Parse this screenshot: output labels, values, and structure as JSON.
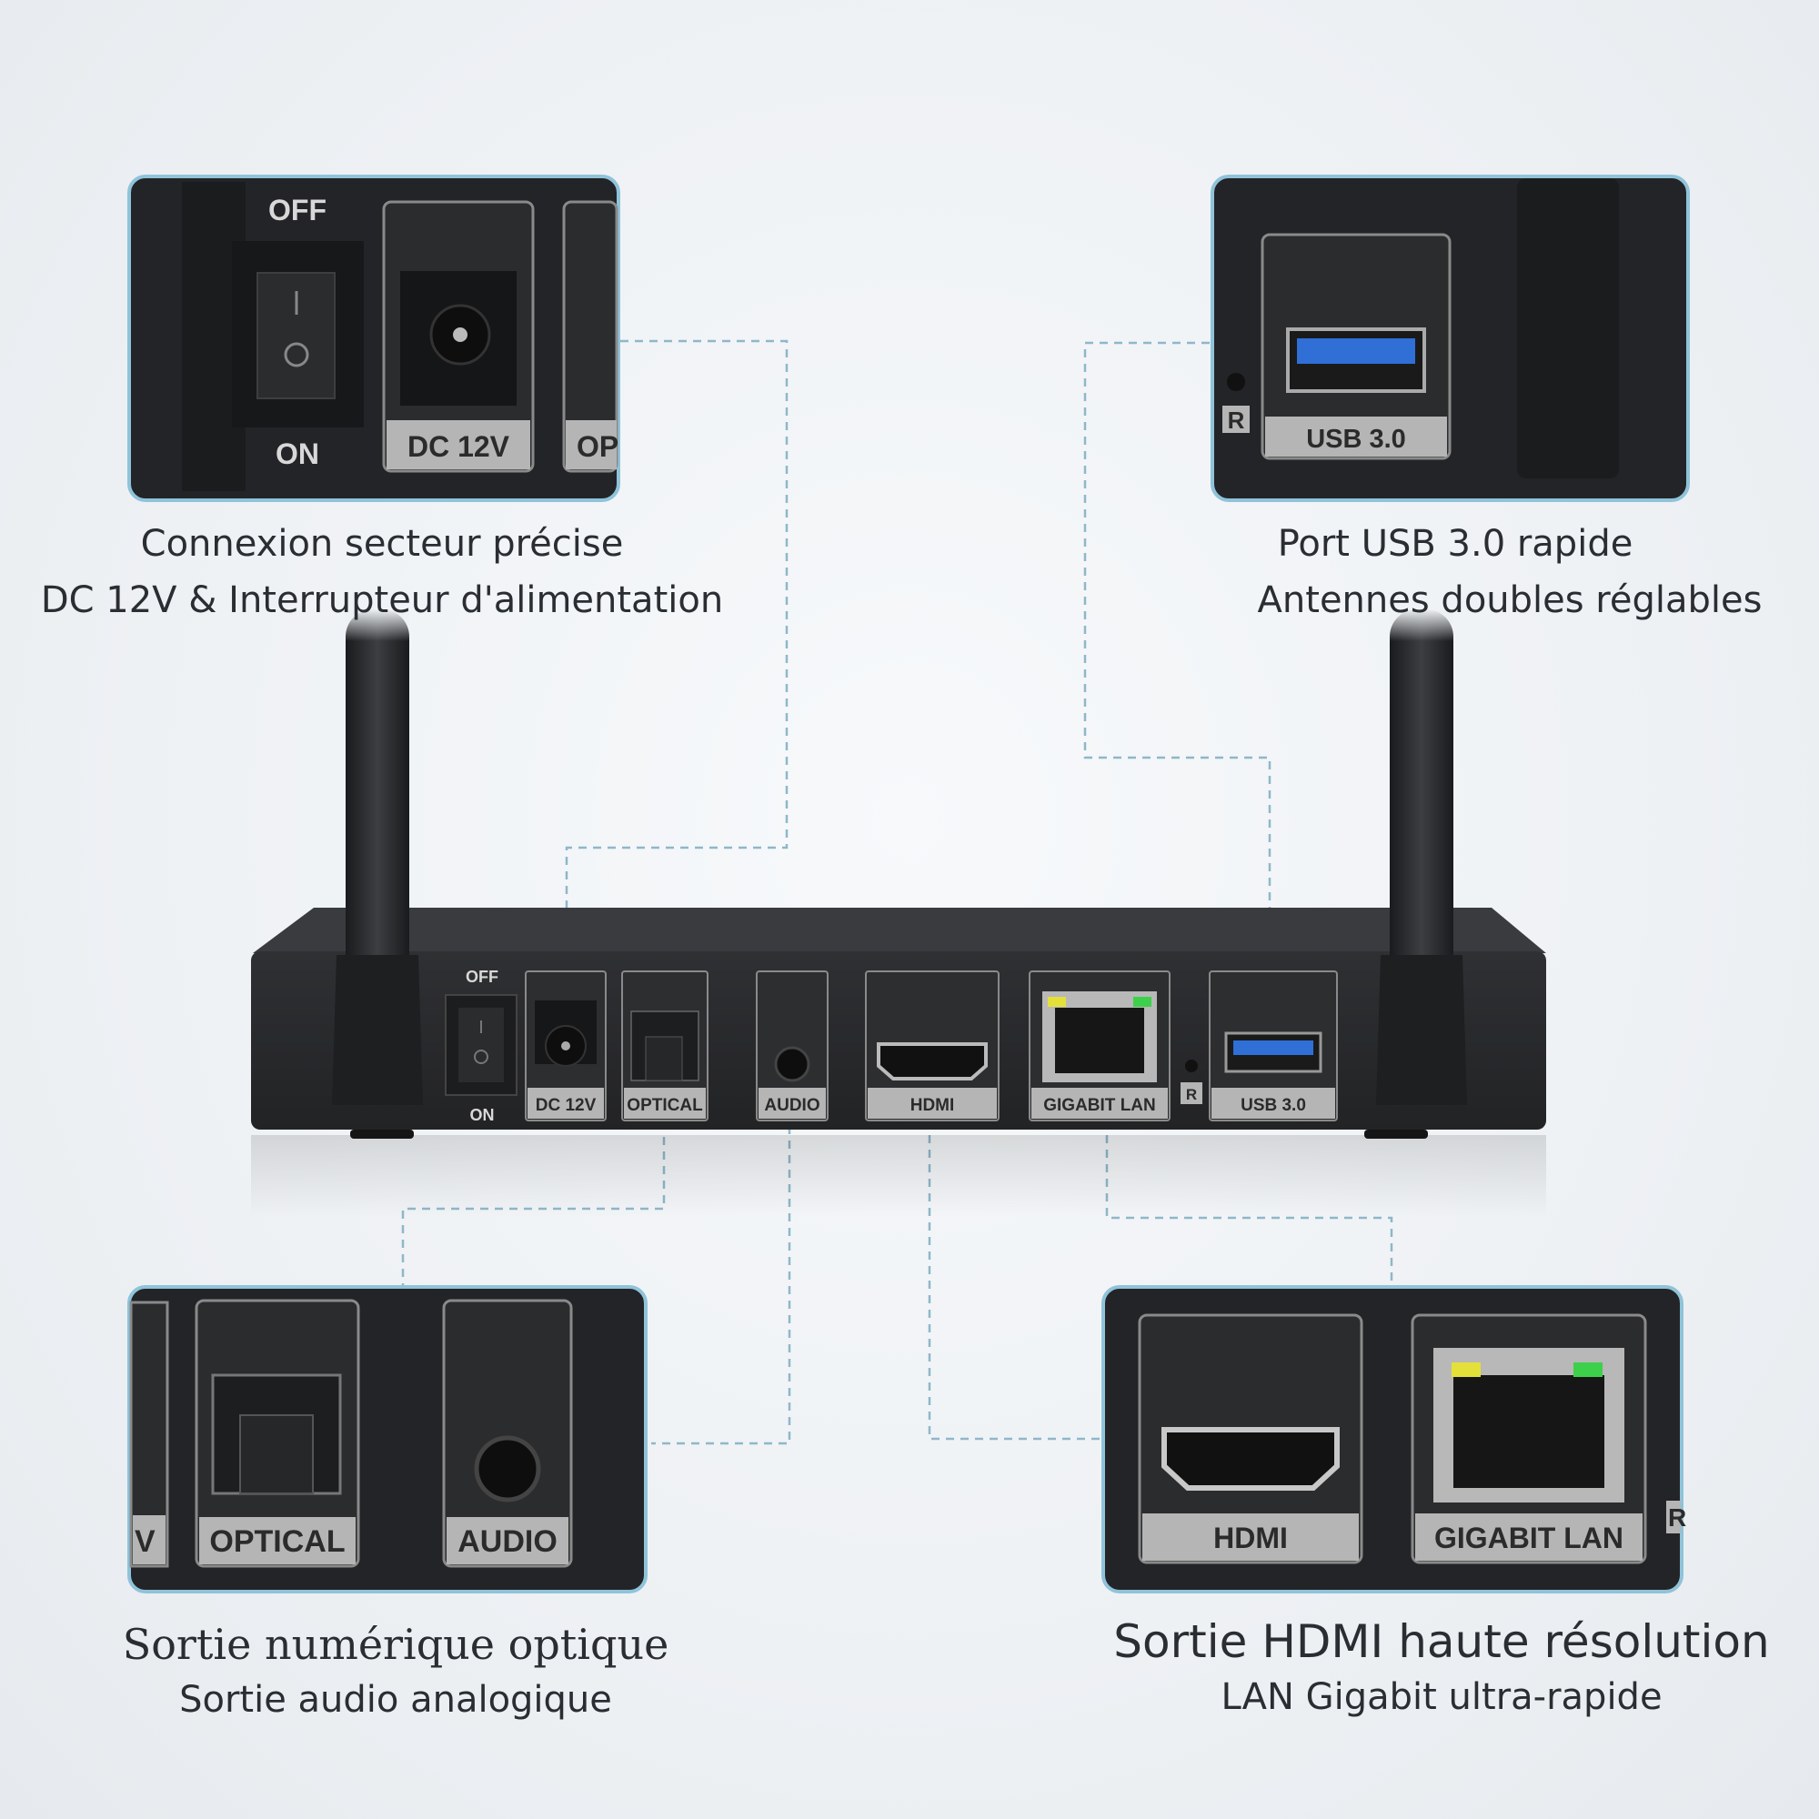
{
  "colors": {
    "background": "#eef1f4",
    "device_body": "#2a2b2d",
    "port_label_bg": "#b5b5b5",
    "callout_border": "#8fc3da",
    "dashed_line": "#8fb7c9",
    "usb_blue": "#2f6fd6",
    "led_yellow": "#e3e03a",
    "led_green": "#3dd04a",
    "caption_text": "#2a2e33"
  },
  "device": {
    "switch": {
      "off_label": "OFF",
      "on_label": "ON"
    },
    "ports": [
      {
        "id": "dc",
        "label": "DC 12V",
        "icon": "dc-jack-icon"
      },
      {
        "id": "optical",
        "label": "OPTICAL",
        "icon": "optical-port-icon"
      },
      {
        "id": "audio",
        "label": "AUDIO",
        "icon": "audio-jack-icon"
      },
      {
        "id": "hdmi",
        "label": "HDMI",
        "icon": "hdmi-port-icon"
      },
      {
        "id": "lan",
        "label": "GIGABIT LAN",
        "icon": "ethernet-port-icon"
      },
      {
        "id": "usb",
        "label": "USB 3.0",
        "icon": "usb-port-icon"
      }
    ],
    "reset_label": "R"
  },
  "callouts": {
    "power": {
      "zoom_off": "OFF",
      "zoom_on": "ON",
      "zoom_dc": "DC 12V",
      "zoom_partial": "OP",
      "caption_line1": "Connexion secteur précise",
      "caption_line2": "DC 12V & Interrupteur d'alimentation"
    },
    "usb": {
      "zoom_usb": "USB 3.0",
      "zoom_reset": "R",
      "caption_line1": "Port USB 3.0 rapide",
      "caption_line2": "Antennes doubles réglables"
    },
    "audio": {
      "zoom_partial": "V",
      "zoom_optical": "OPTICAL",
      "zoom_audio": "AUDIO",
      "caption_line1": "Sortie numérique optique",
      "caption_line2": "Sortie audio analogique"
    },
    "hdmi_lan": {
      "zoom_hdmi": "HDMI",
      "zoom_lan": "GIGABIT LAN",
      "zoom_partial": "R",
      "caption_line1": "Sortie HDMI haute résolution",
      "caption_line2": "LAN Gigabit ultra-rapide"
    }
  }
}
